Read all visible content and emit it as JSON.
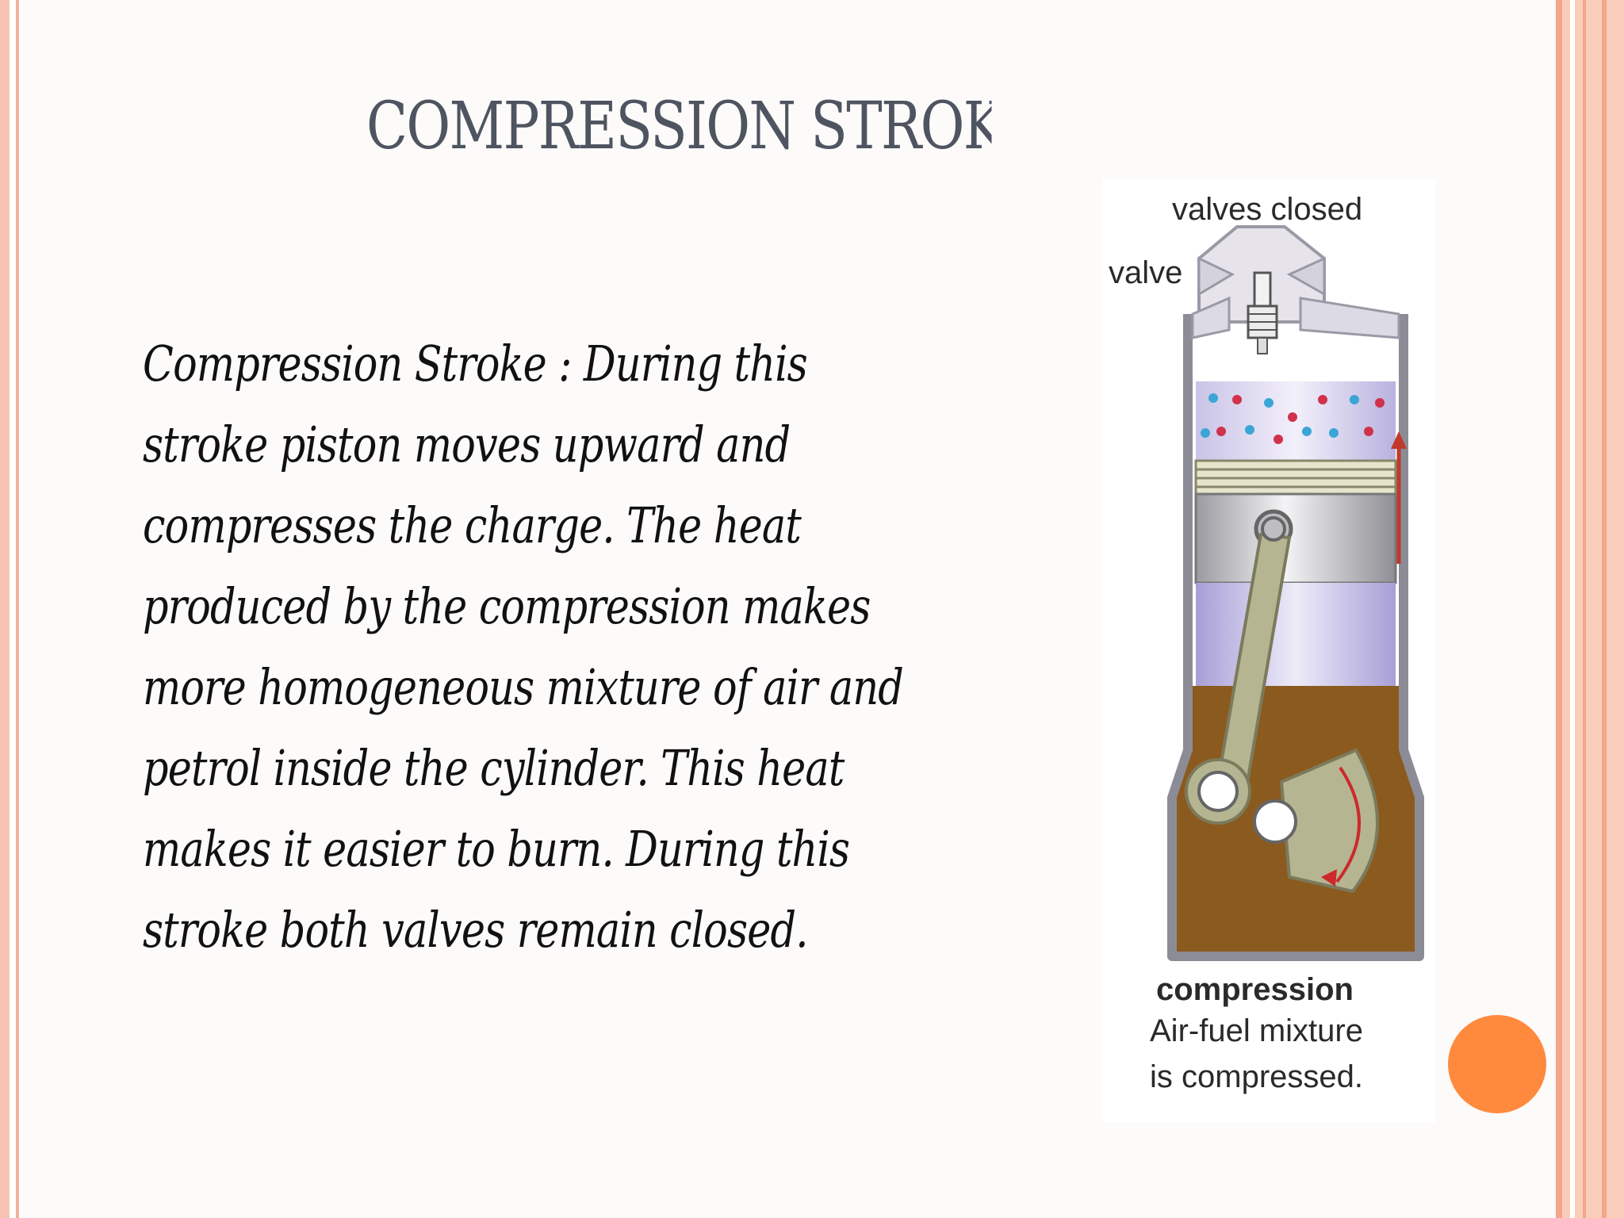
{
  "slide": {
    "title": "COMPRESSION STROKE",
    "body_lines": [
      "Compression Stroke : During this",
      "stroke piston moves upward and",
      "compresses the charge. The heat",
      "produced by the compression makes",
      "more homogeneous mixture of air and",
      "petrol inside the cylinder. This heat",
      "makes it easier to burn. During this",
      "stroke both valves remain closed."
    ]
  },
  "figure": {
    "label_valves_closed": "valves closed",
    "label_valve": "valve",
    "caption_title": "compression",
    "caption_line1": "Air-fuel mixture",
    "caption_line2": "is compressed."
  },
  "colors": {
    "accent_orange": "#ff8a3d",
    "border_peach": "#f9cdb9",
    "title_gray": "#4e5460",
    "crankcase_brown": "#8b5a1e",
    "rod_olive": "#b6b592",
    "arrow_red": "#c0392b"
  }
}
